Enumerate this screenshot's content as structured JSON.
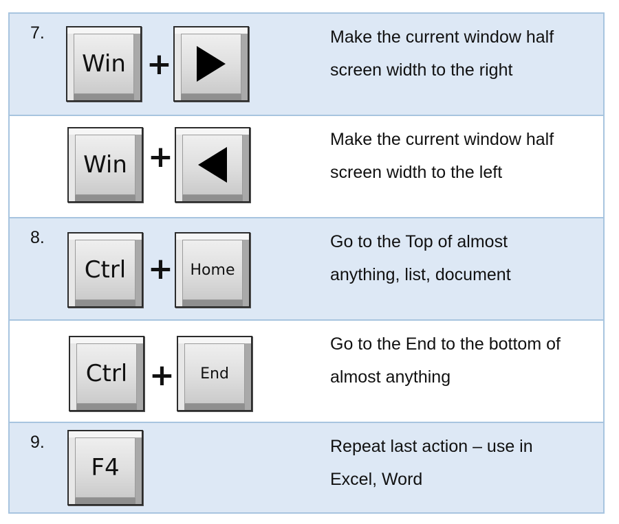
{
  "rows": [
    {
      "number": "7.",
      "keys": [
        "Win",
        "right-arrow"
      ],
      "description": [
        "Make the current window half",
        "screen width to the right"
      ]
    },
    {
      "number": "",
      "keys": [
        "Win",
        "left-arrow"
      ],
      "description": [
        "Make the current window half",
        "screen width to the left"
      ]
    },
    {
      "number": "8.",
      "keys": [
        "Ctrl",
        "Home"
      ],
      "description": [
        "Go to the Top of almost",
        "anything, list, document"
      ]
    },
    {
      "number": "",
      "keys": [
        "Ctrl",
        "End"
      ],
      "description": [
        "Go to the End to the bottom of",
        "almost anything"
      ]
    },
    {
      "number": "9.",
      "keys": [
        "F4"
      ],
      "description": [
        "Repeat last action – use in",
        "Excel, Word"
      ]
    }
  ],
  "plus_symbol": "+",
  "colors": {
    "shaded_row": "#dde8f5",
    "border": "#a7c4df"
  }
}
